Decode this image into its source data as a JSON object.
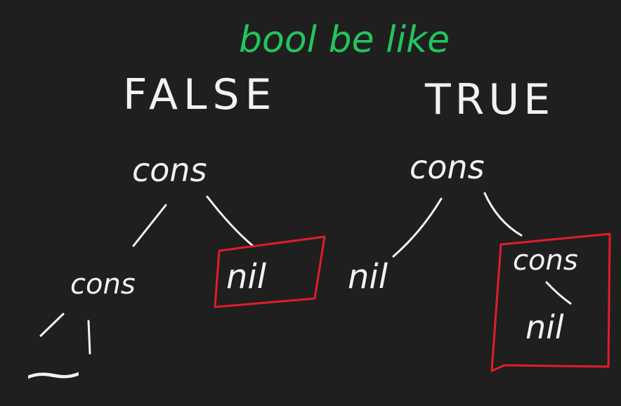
{
  "caption": "bool be like",
  "colors": {
    "background": "#1f1f1f",
    "ink": "#f2f2f2",
    "caption": "#22c55e",
    "highlight": "#e11d2a"
  },
  "trees": [
    {
      "heading": "FALSE",
      "root": "cons",
      "left_child": "cons",
      "right_child": "nil",
      "highlighted": "right_child",
      "left_subtree": "~"
    },
    {
      "heading": "TRUE",
      "root": "cons",
      "left_child": "nil",
      "right_child": "cons",
      "right_grandchild": "nil",
      "highlighted": "right_child"
    }
  ]
}
